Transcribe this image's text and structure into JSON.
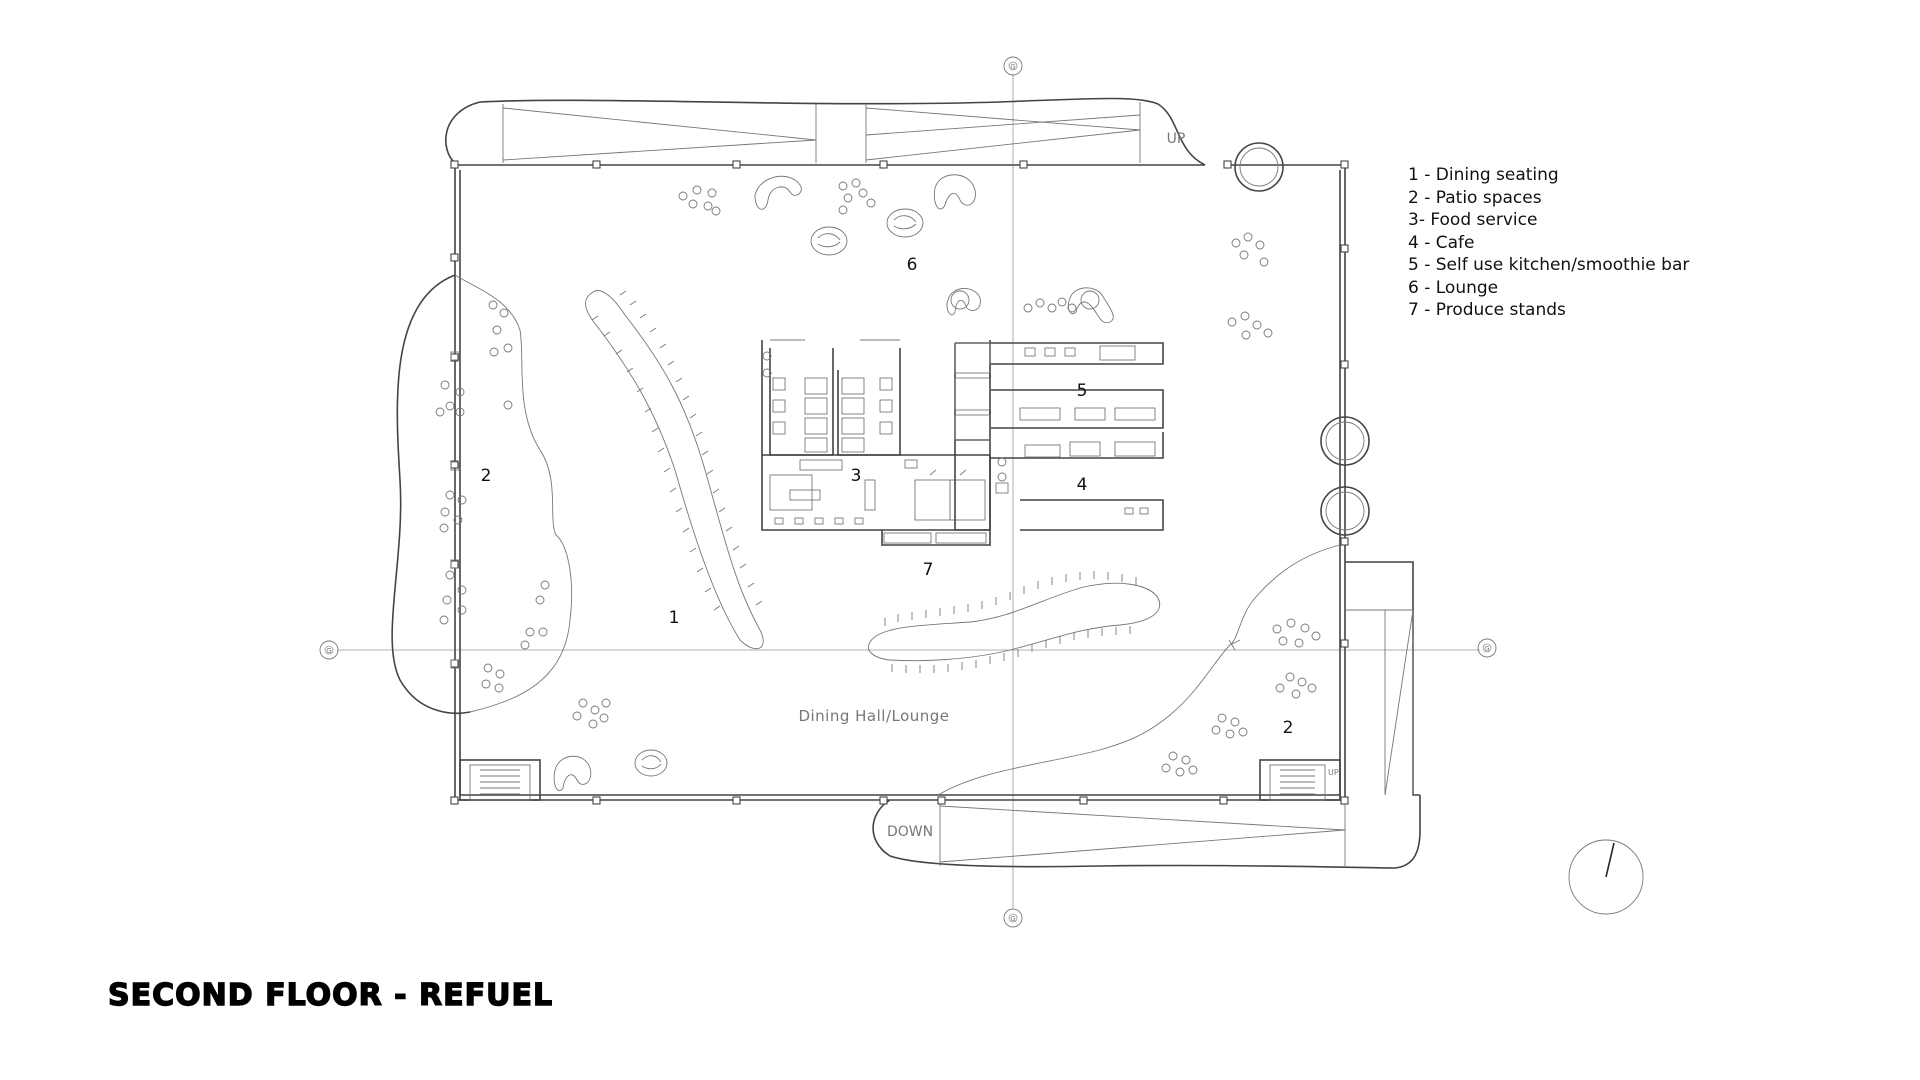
{
  "title": "SECOND FLOOR - REFUEL",
  "legend": [
    "1 - Dining seating",
    "2 - Patio spaces",
    "3- Food service",
    "4 - Cafe",
    "5 - Self use kitchen/smoothie bar",
    "6 - Lounge",
    "7 - Produce stands"
  ],
  "zones": {
    "dining_seating": "1",
    "patio_west": "2",
    "patio_east": "2",
    "food_service": "3",
    "cafe": "4",
    "kitchen": "5",
    "lounge": "6",
    "produce": "7"
  },
  "room_label": "Dining Hall/Lounge",
  "stair_up": "UP",
  "stair_up_small": "UP",
  "stair_down": "DOWN",
  "grid_markers": {
    "top": "G",
    "bottom": "G",
    "left": "G",
    "right": "G"
  }
}
